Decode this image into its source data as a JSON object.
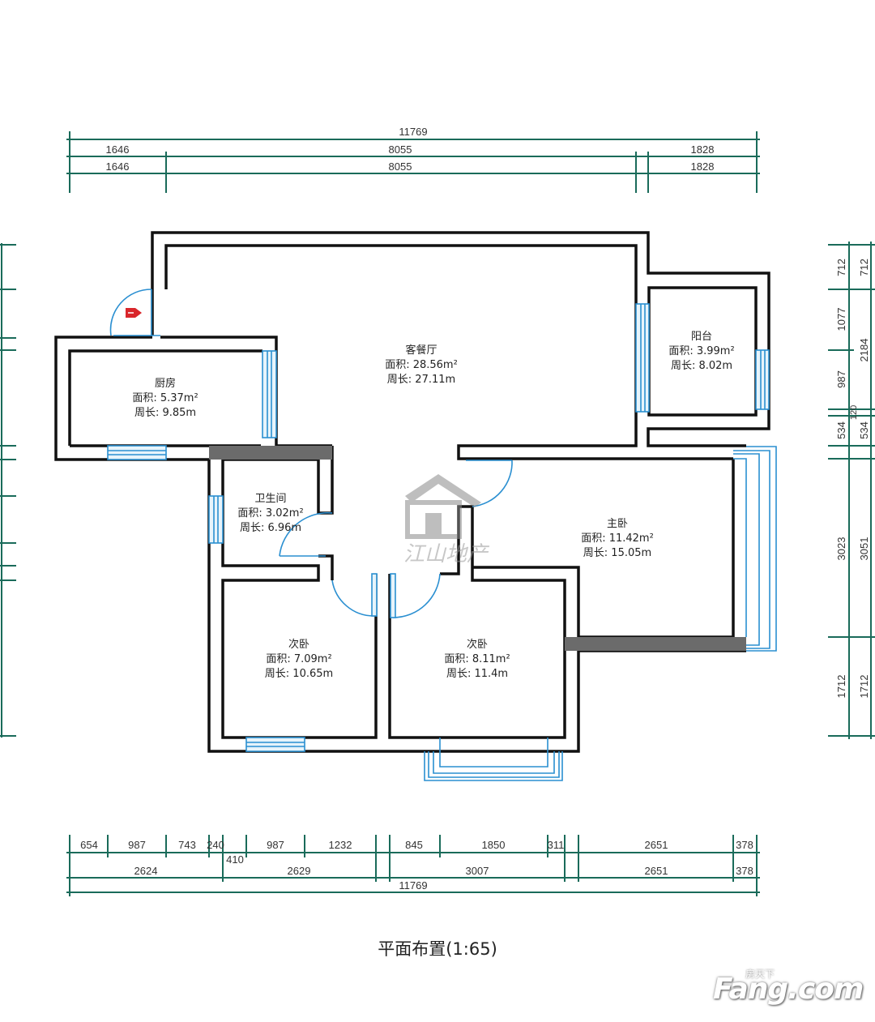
{
  "caption": "平面布置(1:65)",
  "watermark": {
    "brand": "江山地产",
    "site_text": "Fang.com",
    "site_small": "房天下"
  },
  "rooms": {
    "living": {
      "name": "客餐厅",
      "area": "面积: 28.56m²",
      "perimeter": "周长: 27.11m"
    },
    "kitchen": {
      "name": "厨房",
      "area": "面积: 5.37m²",
      "perimeter": "周长: 9.85m"
    },
    "balcony": {
      "name": "阳台",
      "area": "面积: 3.99m²",
      "perimeter": "周长: 8.02m"
    },
    "bathroom": {
      "name": "卫生间",
      "area": "面积: 3.02m²",
      "perimeter": "周长: 6.96m"
    },
    "master": {
      "name": "主卧",
      "area": "面积: 11.42m²",
      "perimeter": "周长: 15.05m"
    },
    "second_left": {
      "name": "次卧",
      "area": "面积: 7.09m²",
      "perimeter": "周长: 10.65m"
    },
    "second_right": {
      "name": "次卧",
      "area": "面积: 8.11m²",
      "perimeter": "周长: 11.4m"
    }
  },
  "dims": {
    "top_total": "11769",
    "top_row1": [
      "1646",
      "8055",
      "1828"
    ],
    "top_row2": [
      "1646",
      "8055",
      "1828"
    ],
    "right_inner": [
      "712",
      "1077",
      "987",
      "534",
      "3023",
      "1712"
    ],
    "right_outer": [
      "712",
      "2184",
      "120",
      "534",
      "3051",
      "1712"
    ],
    "bottom_row1": [
      "654",
      "987",
      "743",
      "240",
      "987",
      "1232",
      "845",
      "1850",
      "311",
      "2651",
      "378"
    ],
    "bottom_extra": "410",
    "bottom_row2": [
      "2624",
      "2629",
      "3007",
      "2651",
      "378"
    ],
    "bottom_total": "11769"
  },
  "colors": {
    "wall": "#111111",
    "window": "#2a8fd1",
    "dimension": "#1a6b5a",
    "beam": "#6b6b6b",
    "entry": "#d9262b"
  }
}
